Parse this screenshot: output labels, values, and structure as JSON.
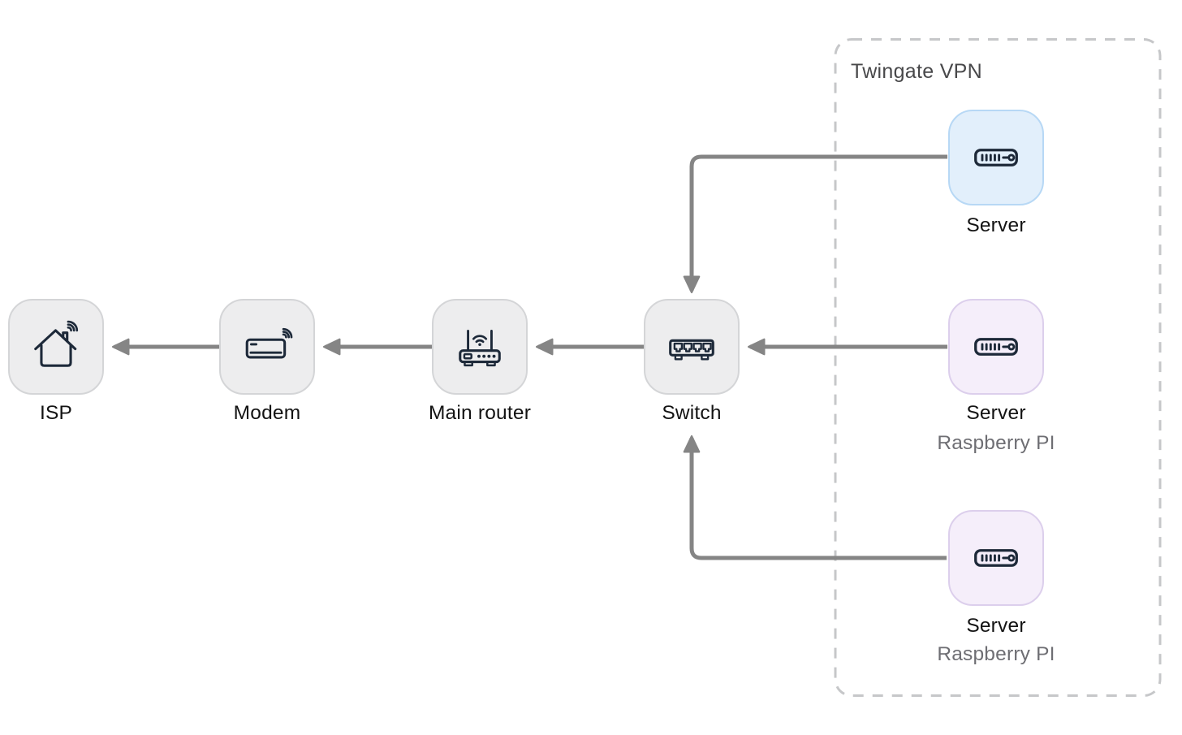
{
  "vpn_group": {
    "title": "Twingate VPN"
  },
  "nodes": {
    "isp": {
      "label": "ISP",
      "icon": "house-wifi-icon"
    },
    "modem": {
      "label": "Modem",
      "icon": "modem-wifi-icon"
    },
    "main_router": {
      "label": "Main router",
      "icon": "wifi-router-icon"
    },
    "switch": {
      "label": "Switch",
      "icon": "network-switch-icon"
    },
    "server_top": {
      "label": "Server",
      "icon": "rack-server-icon"
    },
    "server_mid": {
      "label": "Server",
      "sublabel": "Raspberry PI",
      "icon": "rack-server-icon"
    },
    "server_bottom": {
      "label": "Server",
      "sublabel": "Raspberry PI",
      "icon": "rack-server-icon"
    }
  },
  "edges": [
    {
      "from": "Modem",
      "to": "ISP"
    },
    {
      "from": "Main router",
      "to": "Modem"
    },
    {
      "from": "Switch",
      "to": "Main router"
    },
    {
      "from": "Server (top)",
      "to": "Switch"
    },
    {
      "from": "Server Raspberry PI (middle)",
      "to": "Switch"
    },
    {
      "from": "Server Raspberry PI (bottom)",
      "to": "Switch"
    }
  ],
  "colors": {
    "node_bg": "#ededee",
    "node_border": "#d4d5d7",
    "server_blue_bg": "#e2effb",
    "server_blue_border": "#b7d8f5",
    "server_purple_bg": "#f5eefa",
    "server_purple_border": "#dccfec",
    "arrow": "#858585",
    "icon_stroke": "#1d2939",
    "group_border": "#c6c7c9",
    "label_text": "#131313",
    "sublabel_text": "#6e6e73",
    "group_title_text": "#48484a"
  }
}
